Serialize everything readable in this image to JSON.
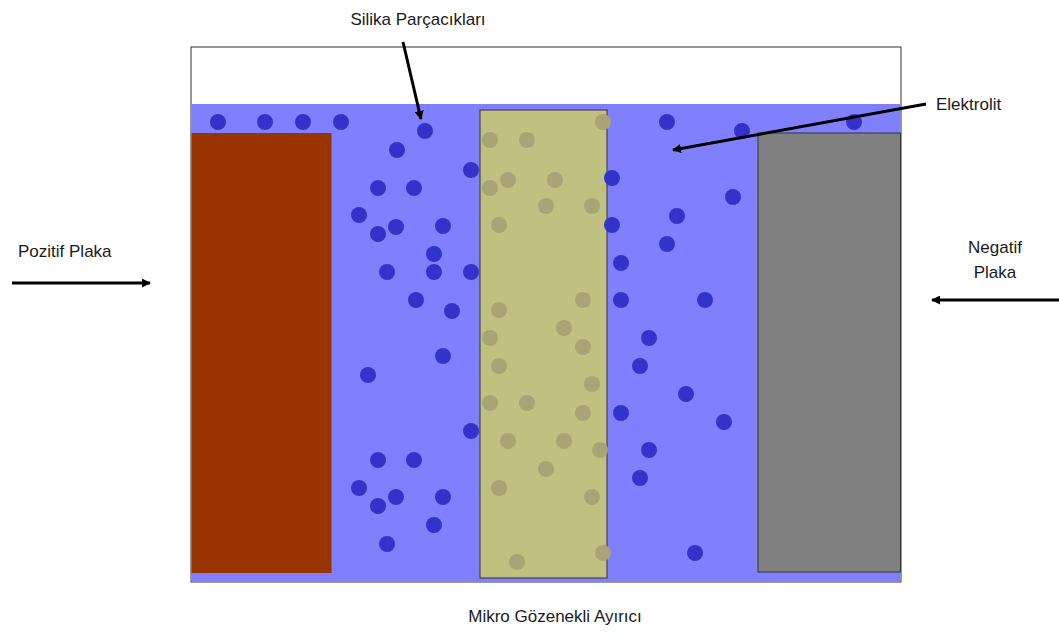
{
  "diagram": {
    "labels": [
      "Silika Parçacıkları",
      "Elektrolit",
      "Pozitif Plaka",
      "Negatif Plaka",
      "Mikro Gözenekli Ayırıcı"
    ]
  }
}
